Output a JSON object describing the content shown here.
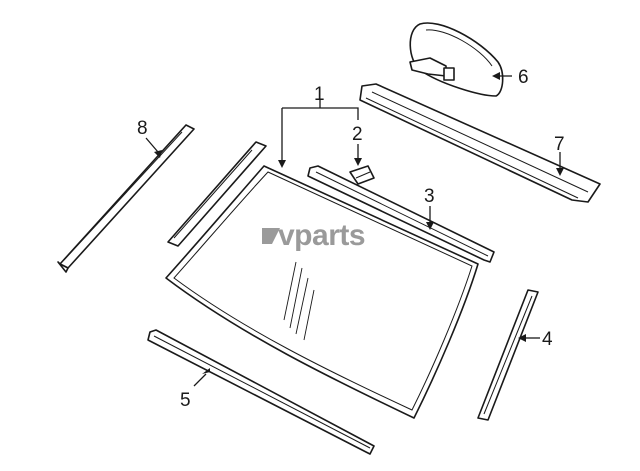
{
  "callouts": [
    {
      "id": "1",
      "label": "1"
    },
    {
      "id": "2",
      "label": "2"
    },
    {
      "id": "3",
      "label": "3"
    },
    {
      "id": "4",
      "label": "4"
    },
    {
      "id": "5",
      "label": "5"
    },
    {
      "id": "6",
      "label": "6"
    },
    {
      "id": "7",
      "label": "7"
    },
    {
      "id": "8",
      "label": "8"
    }
  ],
  "watermark": {
    "text": "vparts"
  },
  "colors": {
    "line": "#1a1a1a",
    "watermark": "#9a9a9a",
    "background": "#ffffff"
  }
}
